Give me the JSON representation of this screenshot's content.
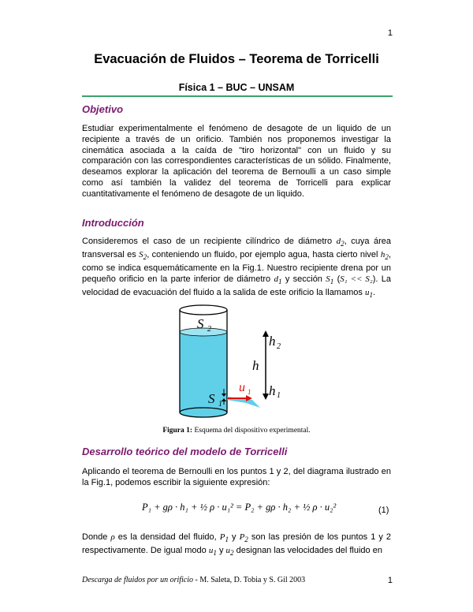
{
  "page_number_top": "1",
  "title": "Evacuación de Fluidos – Teorema de Torricelli",
  "subtitle": "Física 1 – BUC – UNSAM",
  "sections": {
    "objetivo": {
      "heading": "Objetivo",
      "text": "Estudiar experimentalmente el fenómeno de desagote de un liquido de un recipiente a través de un orificio. También nos proponemos investigar la cinemática asociada a la caída de \"tiro horizontal\" con un fluido y su comparación con las correspondientes características de un sólido. Finalmente, deseamos explorar la aplicación del teorema de Bernoulli a un caso simple como así también la validez del teorema de Torricelli para explicar cuantitativamente el fenómeno de desagote de un liquido."
    },
    "introduccion": {
      "heading": "Introducción",
      "t1": "Consideremos el caso de un recipiente cilíndrico de diámetro ",
      "d2": "d",
      "d2sub": "2",
      "t2": ", cuya área transversal es ",
      "S2": "S",
      "S2sub": "2",
      "t3": ", conteniendo un fluido, por ejemplo agua, hasta cierto nivel ",
      "h2": "h",
      "h2sub": "2",
      "t4": ", como se indica esquemáticamente en la Fig.1. Nuestro recipiente drena por un pequeño orificio en la parte inferior de diámetro ",
      "d1": "d",
      "d1sub": "1",
      "t5": " y sección ",
      "S1": "S",
      "S1sub": "1",
      "t6": " (",
      "cmp": "S₁ << S₂",
      "t7": "). La velocidad de evacuación del fluido a la salida de este orificio la llamamos ",
      "u1": "u",
      "u1sub": "1",
      "t8": "."
    },
    "desarrollo": {
      "heading": "Desarrollo teórico del modelo de Torricelli",
      "text": "Aplicando el teorema de Bernoulli en los puntos 1 y 2, del diagrama ilustrado en la Fig.1, podemos escribir la siguiente expresión:",
      "equation_number": "(1)",
      "after_t1": "Donde ",
      "rho": "ρ",
      "after_t2": " es la densidad del fluido, ",
      "P1": "P",
      "P1sub": "1",
      "y": " y ",
      "P2": "P",
      "P2sub": "2",
      "after_t3": " son las presión de los puntos 1 y 2 respectivamente. De igual modo ",
      "u1": "u",
      "u1sub": "1",
      "y2": " y ",
      "u2": "u",
      "u2sub": "2",
      "after_t4": " designan las velocidades del fluido en"
    }
  },
  "figure": {
    "label_S2": "S",
    "label_S2_sub": "2",
    "label_S1": "S",
    "label_S1_sub": "1",
    "label_h2": "h",
    "label_h2_sub": "2",
    "label_h": "h",
    "label_h1": "h",
    "label_h1_sub": "1",
    "label_u1": "u",
    "label_u1_sub": "1",
    "caption_bold": "Figura 1:",
    "caption_text": " Esquema del dispositivo experimental."
  },
  "equation": {
    "lhs": "P₁ + gρ · h₁ + ½ ρ · u₁² ",
    "eq": "=",
    "rhs": " P₂ + gρ · h₂ + ½ ρ · u₂²"
  },
  "footer": {
    "italic": "Descarga de fluidos por un orificio",
    "authors": " - M. Saleta, D. Tobia  y S. Gil 2003",
    "page_number": "1"
  },
  "colors": {
    "heading": "#7a1a6e",
    "rule": "#3aa36a",
    "water": "#5fd0e8",
    "arrow_red": "#e01010"
  }
}
